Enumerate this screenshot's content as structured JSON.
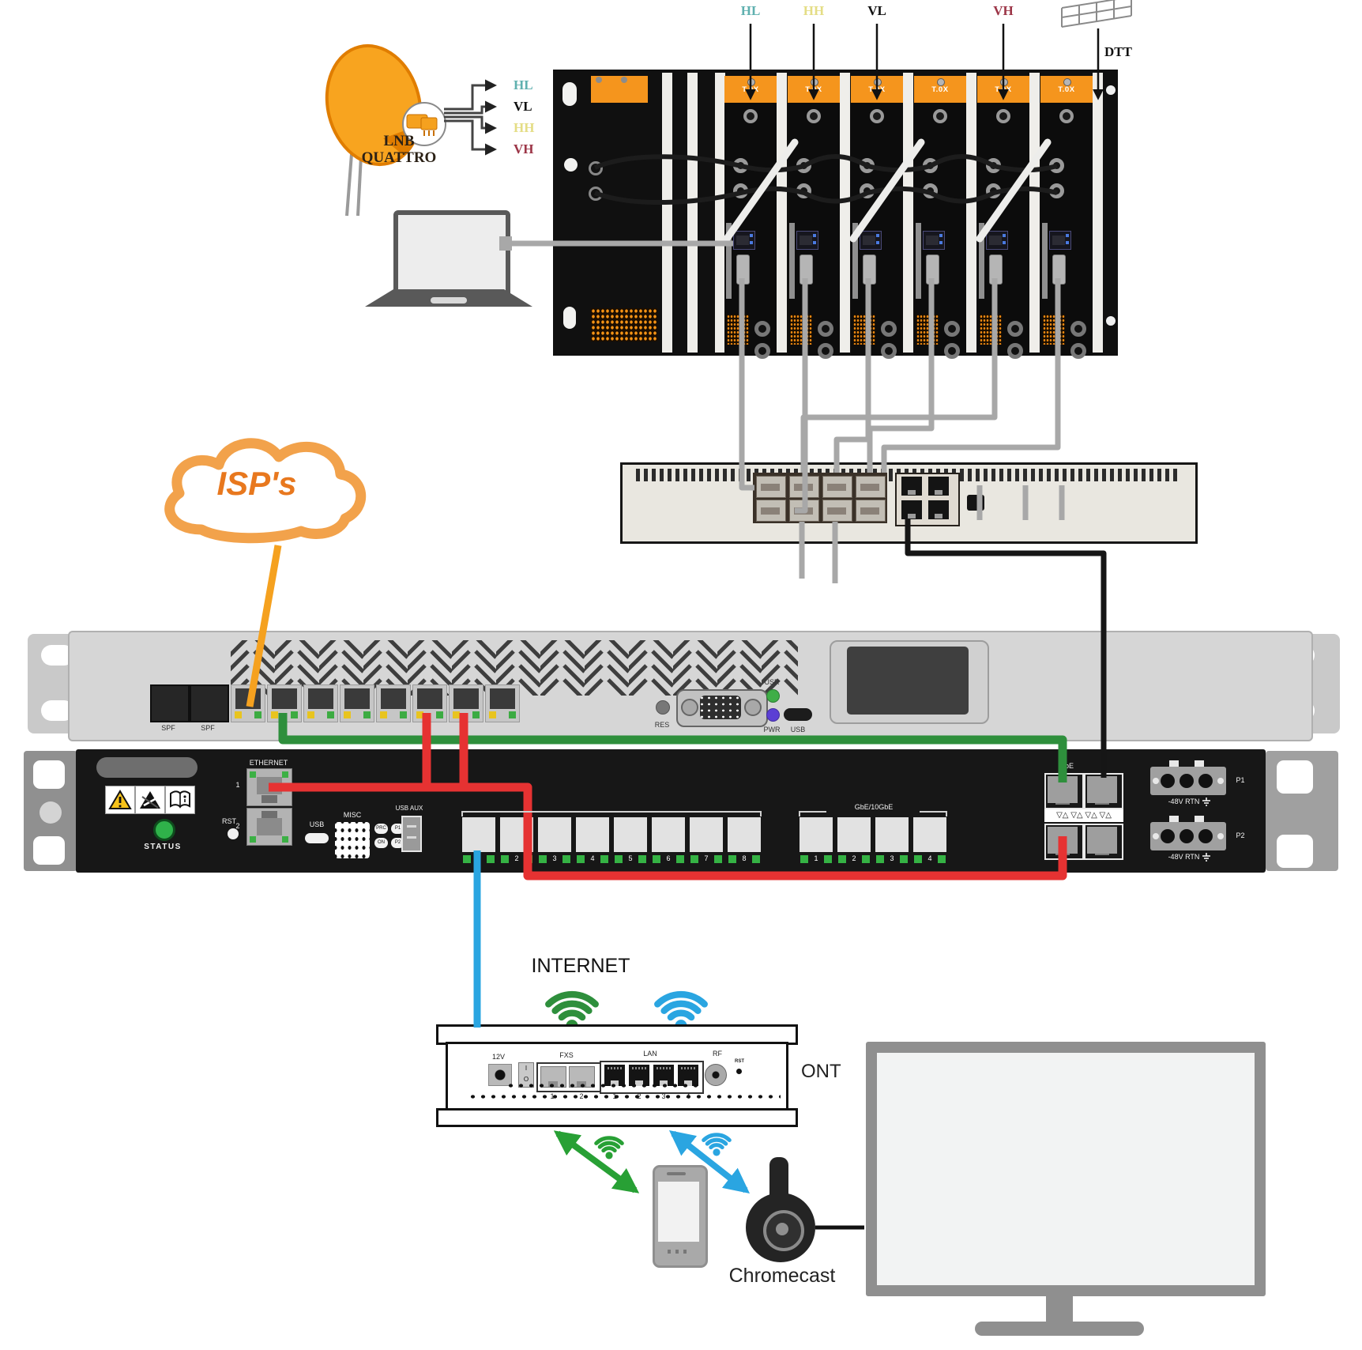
{
  "colors": {
    "orange_cable": "#f5a11f",
    "green_cable": "#2e8f3c",
    "red_cable": "#e63232",
    "blue_cable": "#2aa5e1",
    "grey_cable": "#a8a8a8",
    "black_cable": "#161616",
    "cloud_orange": "#f2a24b",
    "module_orange": "#f5951d",
    "teal": "#5fb0af",
    "yellow": "#e4dd85",
    "dark_red": "#9c3547"
  },
  "satellite": {
    "label_line1": "LNB",
    "label_line2": "QUATTRO",
    "outputs": [
      "HL",
      "VL",
      "HH",
      "VH"
    ]
  },
  "feeds": {
    "hl": "HL",
    "hh": "HH",
    "vl": "VL",
    "vh": "VH",
    "dtt": "DTT"
  },
  "headend": {
    "module_brand": "T.0X"
  },
  "cloud": {
    "label": "ISP's"
  },
  "router": {
    "sfp_label": "SPF",
    "res": "RES",
    "usr": "USR",
    "pwr": "PWR",
    "usb": "USB"
  },
  "olt": {
    "status": "STATUS",
    "ethernet": "ETHERNET",
    "eth1": "1",
    "eth2": "2",
    "rst": "RST",
    "usb": "USB",
    "misc": "MISC",
    "btn_prc": "PRC",
    "btn_p1": "P1",
    "btn_on": "ON",
    "btn_p2": "P2",
    "usb_aux": "USB AUX",
    "group2_label": "GbE/10GbE",
    "group1_numbers": [
      "1",
      "2",
      "3",
      "4",
      "5",
      "6",
      "7",
      "8"
    ],
    "group2_numbers": [
      "1",
      "2",
      "3",
      "4"
    ],
    "gbe": "GbE",
    "gbe3": "3",
    "triangles_row": "▽△ ▽△ ▽△ ▽△",
    "p1": "P1",
    "p2": "P2",
    "power": "-48V RTN"
  },
  "ont": {
    "v12": "12V",
    "fxs": "FXS",
    "lan": "LAN",
    "rf": "RF",
    "rst": "RST",
    "name": "ONT",
    "sw_on": "I",
    "sw_off": "O",
    "fxs_numbers": [
      "1",
      "2"
    ],
    "lan_numbers": [
      "1",
      "2",
      "3",
      "4"
    ]
  },
  "labels": {
    "internet": "INTERNET",
    "chromecast": "Chromecast"
  }
}
